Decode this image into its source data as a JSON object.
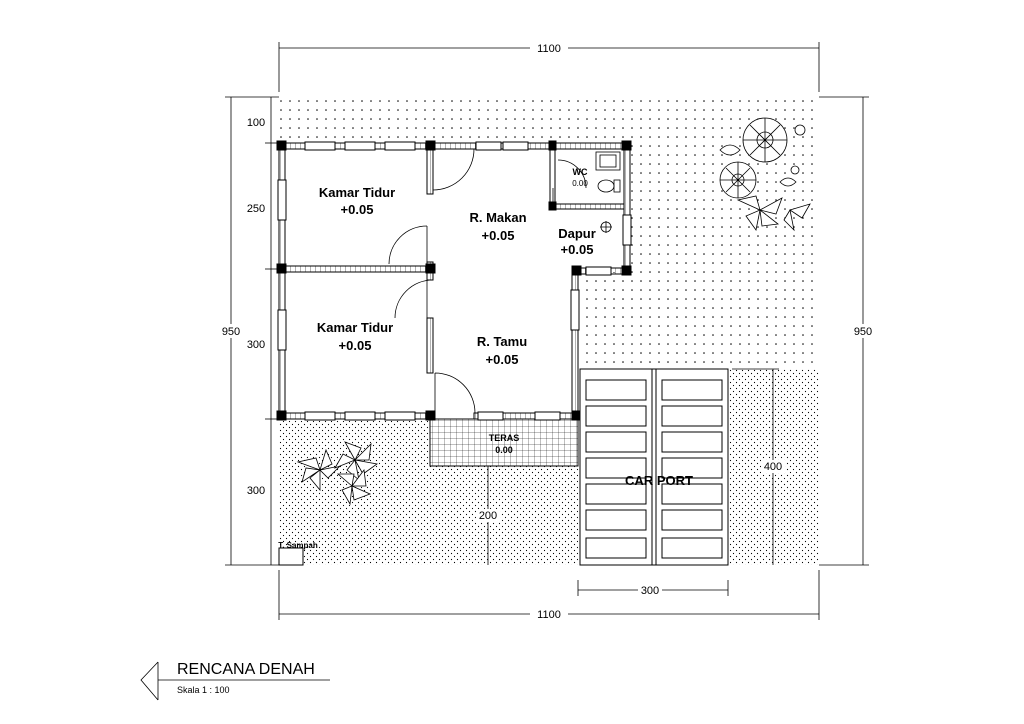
{
  "plan": {
    "title": "RENCANA DENAH",
    "scale": "Skala 1 : 100",
    "rooms": {
      "kamar1": {
        "name": "Kamar Tidur",
        "level": "+0.05"
      },
      "kamar2": {
        "name": "Kamar Tidur",
        "level": "+0.05"
      },
      "makan": {
        "name": "R. Makan",
        "level": "+0.05"
      },
      "dapur": {
        "name": "Dapur",
        "level": "+0.05"
      },
      "wc": {
        "name": "WC",
        "level": "0.00"
      },
      "tamu": {
        "name": "R. Tamu",
        "level": "+0.05"
      },
      "teras": {
        "name": "TERAS",
        "level": "0.00"
      },
      "carport": {
        "name": "CAR PORT"
      },
      "sampah": {
        "name": "T. Sampah"
      }
    },
    "dimensions": {
      "top": "1100",
      "bottom": "1100",
      "left_total": "950",
      "right_total": "950",
      "d100": "100",
      "d250": "250",
      "d300a": "300",
      "d300b": "300",
      "d200": "200",
      "d400": "400",
      "d300c": "300"
    }
  }
}
